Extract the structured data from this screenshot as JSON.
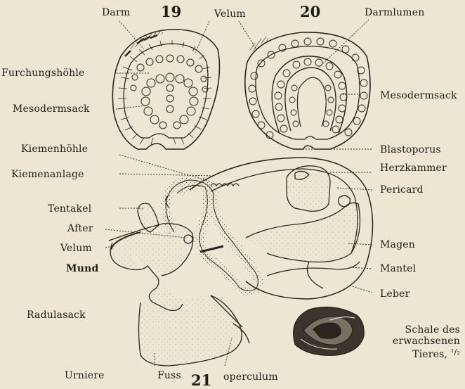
{
  "figures": {
    "fig19": "19",
    "fig20": "20",
    "fig21": "21"
  },
  "fig19_labels": {
    "darm": "Darm",
    "furchungshoehle": "Furchungshöhle",
    "mesodermsack": "Mesodermsack"
  },
  "fig20_labels": {
    "velum": "Velum",
    "darmlumen": "Darmlumen",
    "mesodermsack": "Mesodermsack",
    "blastoporus": "Blastoporus"
  },
  "fig21_labels": {
    "kiemenhoehle": "Kiemenhöhle",
    "kiemenanlage": "Kiemenanlage",
    "tentakel": "Tentakel",
    "after": "After",
    "velum": "Velum",
    "mund": "Mund",
    "radulasack": "Radulasack",
    "urniere": "Urniere",
    "fuss": "Fuss",
    "operculum": "operculum",
    "herzkammer": "Herzkammer",
    "pericard": "Pericard",
    "magen": "Magen",
    "mantel": "Mantel",
    "leber": "Leber",
    "schale_line1": "Schale des",
    "schale_line2": "erwachsenen",
    "schale_line3": "Tieres,",
    "scale": "¹/₂"
  }
}
